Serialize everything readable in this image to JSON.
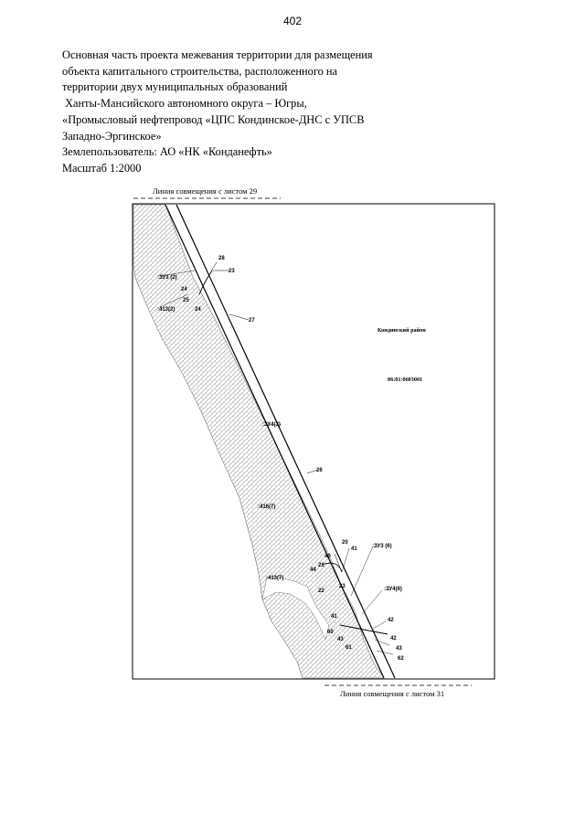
{
  "page_number": "402",
  "header": {
    "lines": [
      "Основная часть проекта межевания территории для размещения",
      "объекта капитального строительства, расположенного на",
      "территории двух муниципальных образований",
      " Ханты-Мансийского автономного округа – Югры,",
      "«Промысловый нефтепровод «ЦПС Кондинское-ДНС с УПСВ",
      "Западно-Эргинское»",
      "Землепользователь: АО «НК «Конданефть»",
      "Масштаб 1:2000"
    ]
  },
  "map": {
    "top_caption": "Линия совмещения с листом 29",
    "bottom_caption": "Линия совмещения с листом 31",
    "district_label": "Кондинский район",
    "cadastral_label": "86:01:0603001",
    "parcels": [
      ":ЗУ3 (2)",
      ":413(2)",
      ":ЗУ4(3)",
      ":416(7)",
      ":413(7)",
      ":ЗУ3 (6)",
      ":ЗУ4(6)"
    ],
    "points": [
      "28",
      "23",
      "24",
      "25",
      "24",
      "27",
      "26",
      "20",
      "41",
      "40",
      "21",
      "44",
      "23",
      "22",
      "42",
      "41",
      "60",
      "42",
      "43",
      "43",
      "61",
      "62"
    ],
    "colors": {
      "line": "#000000",
      "hatch": "#9a9a9a",
      "background": "#ffffff"
    }
  }
}
